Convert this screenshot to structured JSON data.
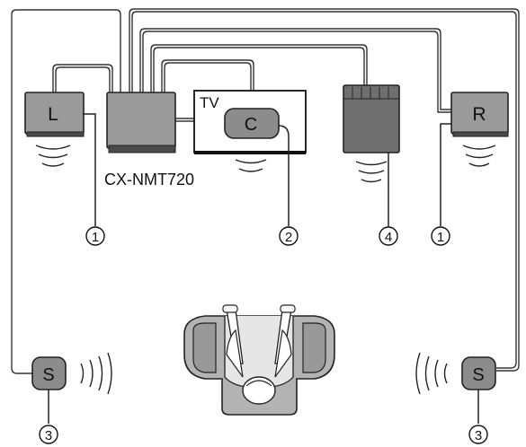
{
  "speakers": {
    "front_left": "L",
    "front_right": "R",
    "center": "C",
    "surround_left": "S",
    "surround_right": "S"
  },
  "tv_label": "TV",
  "receiver_label": "CX-NMT720",
  "callouts": {
    "front_left": "1",
    "center": "2",
    "subwoofer": "4",
    "front_right": "1",
    "surround_left": "3",
    "surround_right": "3"
  }
}
